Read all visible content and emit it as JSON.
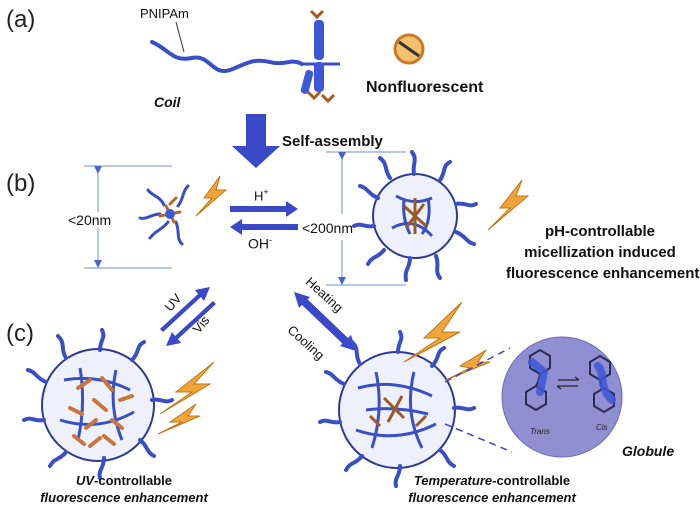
{
  "panels": {
    "a": "(a)",
    "b": "(b)",
    "c": "(c)"
  },
  "polymer_label": "PNIPAm",
  "coil_label": "Coil",
  "nonfluorescent_label": "Nonfluorescent",
  "self_assembly_label": "Self-assembly",
  "size_small": "<20nm",
  "size_large": "<200nm",
  "acid": {
    "base": "H",
    "sup": "+"
  },
  "base": {
    "base": "OH",
    "sup": "-"
  },
  "ph_caption": [
    "pH-controllable",
    "micellization induced",
    "fluorescence enhancement"
  ],
  "uv_label": "UV",
  "vis_label": "Vis",
  "heating_label": "Heating",
  "cooling_label": "Cooling",
  "uv_caption": {
    "em": "UV",
    "rest": "-controllable",
    "line2": "fluorescence  enhancement"
  },
  "temp_caption": {
    "em": "Temperature",
    "rest": "-controllable",
    "line2": "fluorescence  enhancement"
  },
  "globule_label": "Globule",
  "isomer_trans": "Trans",
  "isomer_cis": "Cis",
  "colors": {
    "polymer": "#3b4fc4",
    "arrow": "#3a49c7",
    "dye": "#b5692a",
    "bolt": "#f0a53a",
    "globule": "#8f8fd1"
  }
}
